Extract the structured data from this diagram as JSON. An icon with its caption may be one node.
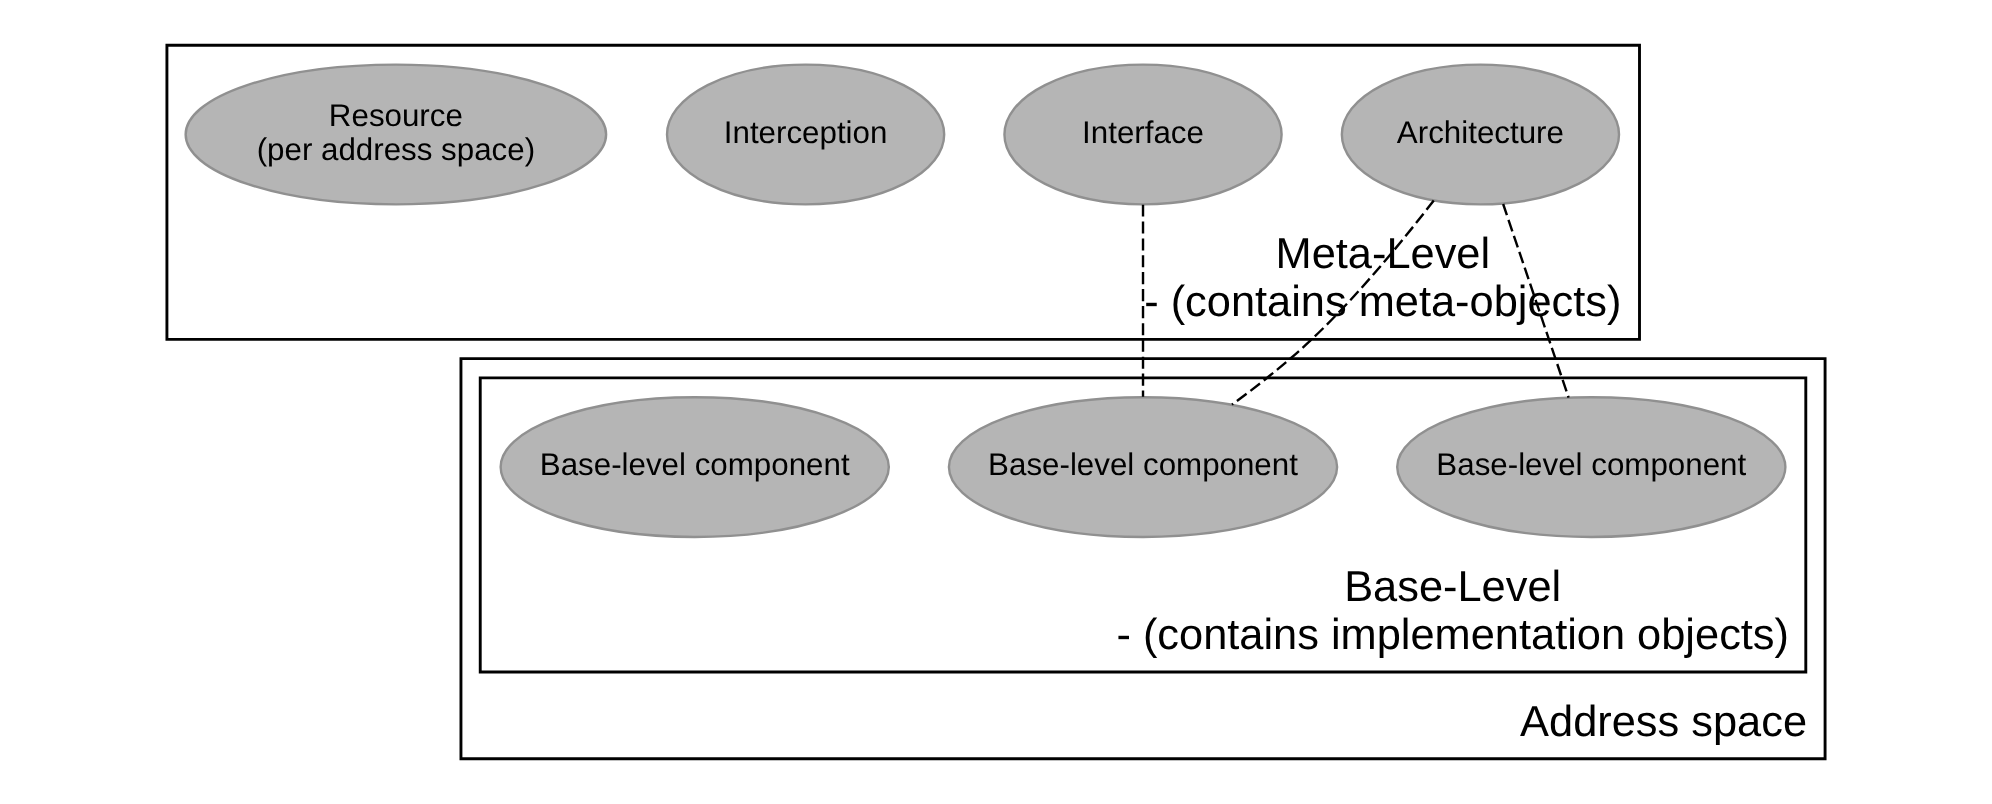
{
  "diagram": {
    "nodes": [
      {
        "text": [
          "Meta-Level",
          "- (contains meta-objects)"
        ]
      },
      {
        "text": [
          "Architecture"
        ],
        "in": 0
      },
      {
        "text": [
          "Interface"
        ],
        "in": 0
      },
      {
        "text": [
          "Interception"
        ],
        "in": 0
      },
      {
        "text": [
          "Resource",
          "(per address space)"
        ],
        "in": 0
      },
      {
        "text": [
          "Address space"
        ]
      },
      {
        "text": [
          "Base-Level",
          "- (contains implementation objects)"
        ],
        "in": 5
      },
      {
        "text": [
          "Base-level component"
        ],
        "in": 6
      },
      {
        "text": [
          "Base-level component"
        ],
        "in": 6
      },
      {
        "text": [
          "Base-level component"
        ],
        "in": 6
      }
    ],
    "edges": [
      {
        "from": 1,
        "to": 7,
        "arrow": "none",
        "style": "dashed"
      },
      {
        "from": 1,
        "to": 8,
        "arrow": "none",
        "style": "dashed"
      },
      {
        "from": 2,
        "to": 7,
        "arrow": "none",
        "style": "dashed"
      }
    ]
  }
}
